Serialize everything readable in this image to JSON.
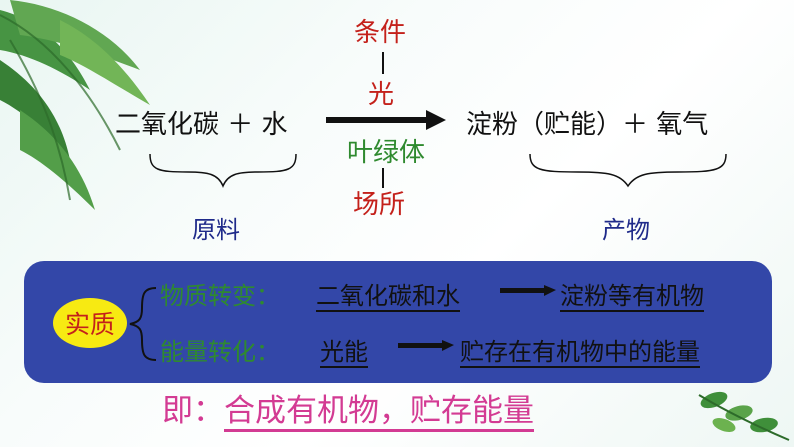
{
  "equation": {
    "reactants": "二氧化碳 ＋ 水",
    "products": "淀粉（贮能）＋ 氧气",
    "condition_label": "条件",
    "condition": "光",
    "site": "叶绿体",
    "site_label": "场所",
    "raw_materials_label": "原料",
    "products_label": "产物"
  },
  "essence": {
    "label": "实质",
    "matter_label": "物质转变：",
    "matter_from": "二氧化碳和水",
    "matter_to": "淀粉等有机物",
    "energy_label": "能量转化：",
    "energy_from": "光能",
    "energy_to": "贮存在有机物中的能量"
  },
  "conclusion": {
    "prefix": "即：",
    "text": "合成有机物，贮存能量"
  },
  "colors": {
    "condition": "#c4211b",
    "site": "#2f8a2f",
    "label": "#1f2a8a",
    "panel": "#3347a8",
    "essence_badge": "#f7ea12",
    "conclusion": "#d33b93"
  }
}
